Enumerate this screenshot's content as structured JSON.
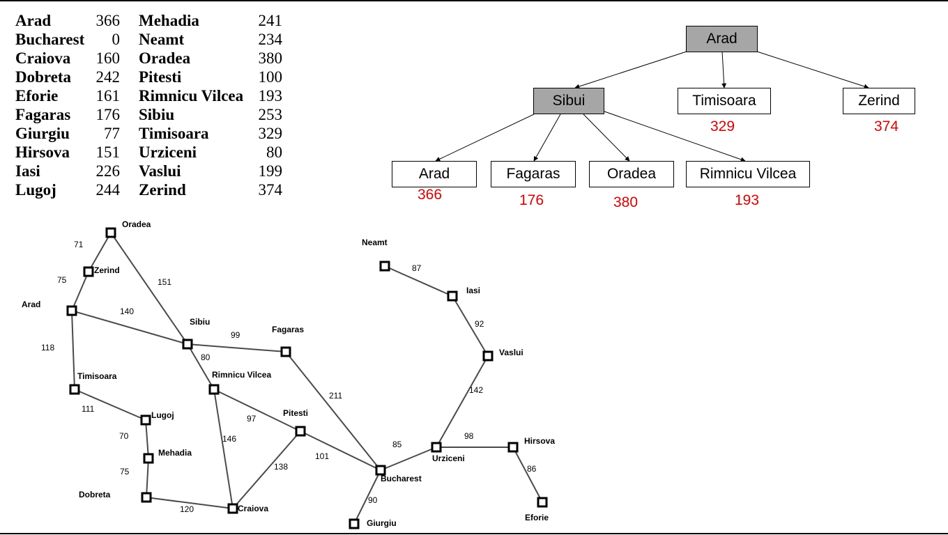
{
  "heuristic_table": {
    "left": [
      {
        "city": "Arad",
        "value": "366"
      },
      {
        "city": "Bucharest",
        "value": "0"
      },
      {
        "city": "Craiova",
        "value": "160"
      },
      {
        "city": "Dobreta",
        "value": "242"
      },
      {
        "city": "Eforie",
        "value": "161"
      },
      {
        "city": "Fagaras",
        "value": "176"
      },
      {
        "city": "Giurgiu",
        "value": "77"
      },
      {
        "city": "Hirsova",
        "value": "151"
      },
      {
        "city": "Iasi",
        "value": "226"
      },
      {
        "city": "Lugoj",
        "value": "244"
      }
    ],
    "right": [
      {
        "city": "Mehadia",
        "value": "241"
      },
      {
        "city": "Neamt",
        "value": "234"
      },
      {
        "city": "Oradea",
        "value": "380"
      },
      {
        "city": "Pitesti",
        "value": "100"
      },
      {
        "city": "Rimnicu Vilcea",
        "value": "193"
      },
      {
        "city": "Sibiu",
        "value": "253"
      },
      {
        "city": "Timisoara",
        "value": "329"
      },
      {
        "city": "Urziceni",
        "value": "80"
      },
      {
        "city": "Vaslui",
        "value": "199"
      },
      {
        "city": "Zerind",
        "value": "374"
      }
    ]
  },
  "search_tree": {
    "root": {
      "label": "Arad"
    },
    "level1": [
      {
        "label": "Sibui",
        "h": ""
      },
      {
        "label": "Timisoara",
        "h": "329"
      },
      {
        "label": "Zerind",
        "h": "374"
      }
    ],
    "level2": [
      {
        "label": "Arad",
        "h": "366"
      },
      {
        "label": "Fagaras",
        "h": "176"
      },
      {
        "label": "Oradea",
        "h": "380"
      },
      {
        "label": "Rimnicu Vilcea",
        "h": "193"
      }
    ],
    "colors": {
      "expanded_fill": "#a6a6a6",
      "heuristic_text": "#e00000"
    }
  },
  "romania_map": {
    "cities": {
      "oradea": "Oradea",
      "zerind": "Zerind",
      "arad": "Arad",
      "timisoara": "Timisoara",
      "lugoj": "Lugoj",
      "mehadia": "Mehadia",
      "dobreta": "Dobreta",
      "craiova": "Craiova",
      "sibiu": "Sibiu",
      "rimnicu": "Rimnicu Vilcea",
      "fagaras": "Fagaras",
      "pitesti": "Pitesti",
      "bucharest": "Bucharest",
      "giurgiu": "Giurgiu",
      "urziceni": "Urziceni",
      "hirsova": "Hirsova",
      "eforie": "Eforie",
      "vaslui": "Vaslui",
      "iasi": "Iasi",
      "neamt": "Neamt"
    },
    "distances": {
      "oradea_zerind": "71",
      "zerind_arad": "75",
      "oradea_sibiu": "151",
      "arad_sibiu": "140",
      "arad_timisoara": "118",
      "timisoara_lugoj": "111",
      "lugoj_mehadia": "70",
      "mehadia_dobreta": "75",
      "dobreta_craiova": "120",
      "sibiu_fagaras": "99",
      "sibiu_rimnicu": "80",
      "rimnicu_pitesti": "97",
      "rimnicu_craiova": "146",
      "craiova_pitesti": "138",
      "fagaras_bucharest": "211",
      "pitesti_bucharest": "101",
      "bucharest_giurgiu": "90",
      "bucharest_urziceni": "85",
      "urziceni_hirsova": "98",
      "hirsova_eforie": "86",
      "urziceni_vaslui": "142",
      "vaslui_iasi": "92",
      "iasi_neamt": "87"
    }
  }
}
